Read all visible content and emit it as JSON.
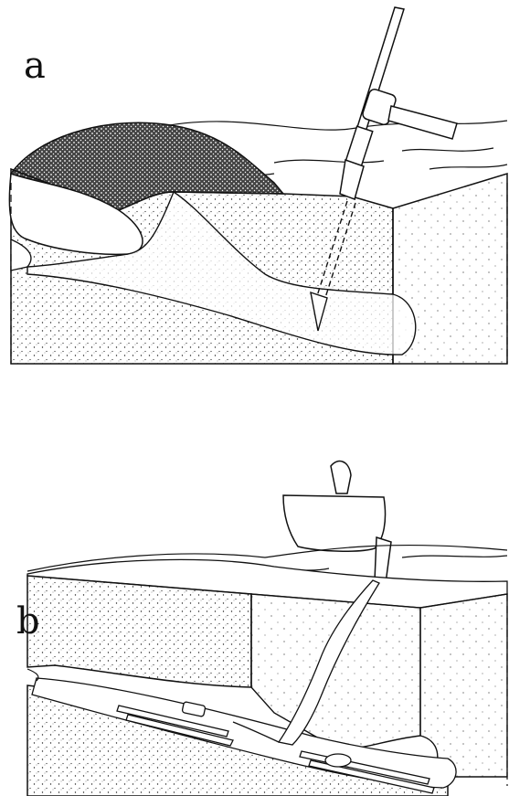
{
  "figure": {
    "panels": [
      {
        "label": "a",
        "scene": "avalanche-probe-in-snowpack-with-snow-cave"
      },
      {
        "label": "b",
        "scene": "shovel-and-excavated-trench-to-buried-skier"
      }
    ]
  },
  "colors": {
    "ink": "#111111",
    "paper": "#ffffff",
    "stipple": "#222222"
  }
}
